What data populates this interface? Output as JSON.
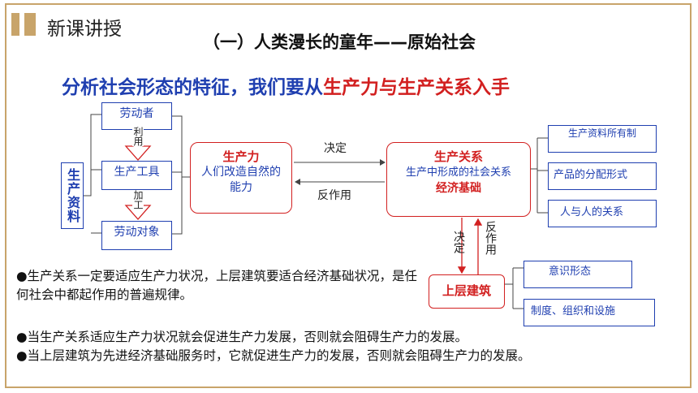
{
  "header": {
    "section_label": "新课讲授",
    "title": "（一）人类漫长的童年——原始社会"
  },
  "subtitle": {
    "prefix": "分析社会形态的特征，我们要从",
    "highlight": "生产力与生产关系入手"
  },
  "means_of_production": {
    "label": "生产资料",
    "items": [
      "劳动者",
      "生产工具",
      "劳动对象"
    ],
    "arrow_labels": [
      "利用",
      "加工"
    ]
  },
  "productivity": {
    "title": "生产力",
    "desc": "人们改造自然的能力"
  },
  "relations": {
    "title": "生产关系",
    "desc": "生产中形成的社会关系",
    "sub": "经济基础",
    "items": [
      "生产资料所有制",
      "产品的分配形式",
      "人与人的关系"
    ]
  },
  "arrows": {
    "decides": "决定",
    "reacts": "反作用",
    "decides_v": "决定",
    "reacts_v": "反作用"
  },
  "superstructure": {
    "title": "上层建筑",
    "items": [
      "意识形态",
      "制度、组织和设施"
    ]
  },
  "bullets": [
    "●生产关系一定要适应生产力状况，上层建筑要适合经济基础状况，是任何社会中都起作用的普遍规律。",
    "●当生产关系适应生产力状况就会促进生产力发展，否则就会阻碍生产力的发展。",
    "●当上层建筑为先进经济基础服务时，它就促进生产力的发展，否则就会阻碍生产力的发展。"
  ],
  "colors": {
    "accent_gold": "#c8a46a",
    "blue": "#1f3fb0",
    "red": "#d22020"
  }
}
